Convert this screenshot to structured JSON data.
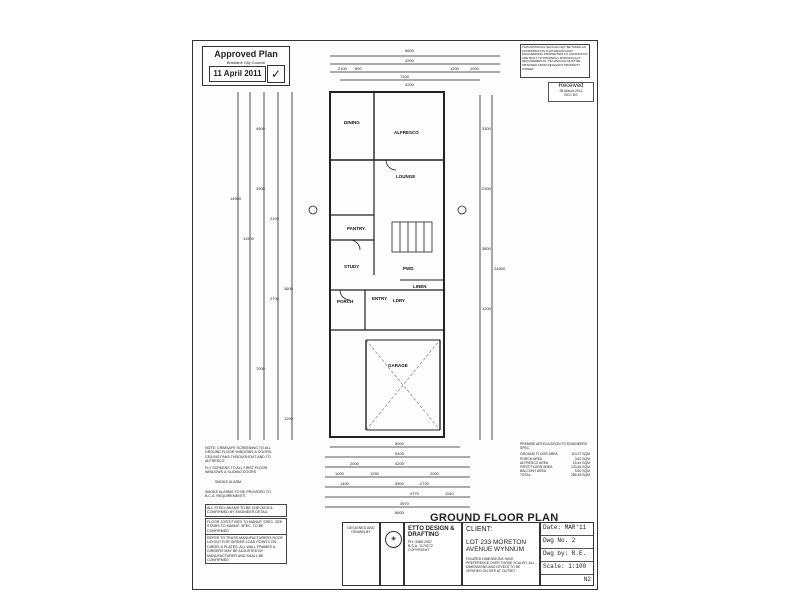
{
  "stamp": {
    "title": "Approved Plan",
    "council": "Brisbane City Council",
    "date": "11 April 2011",
    "tick_icon": "check-mark-icon"
  },
  "warning": "THIS APPROVAL SHOULD NOT BE TAKEN AS CONFIRMATION THAT DESIGN AND ENGINEERING PROPERTIES TO CONSTRUCT ARE BUILT TO PROPERLY BUILDING ACT REQUIREMENTS, TECHNICIAN MUST BE OBTAINED FROM RELEVANT PROPERTY OWNER",
  "received": {
    "label": "Received",
    "date": "28 March 2011",
    "code": "BCC DS"
  },
  "dimensions": {
    "top": [
      "6600",
      "4200",
      "2100",
      "1200",
      "1000",
      "800",
      "7200"
    ],
    "top_width": "4200",
    "left": [
      "14900",
      "11900",
      "4500",
      "3900",
      "2100",
      "7000",
      "2700",
      "3600",
      "1200"
    ],
    "right": [
      "24900",
      "3300",
      "2300",
      "3800",
      "1200"
    ],
    "bottom": [
      "5000",
      "5400",
      "4200",
      "2000",
      "8600",
      "1000",
      "3500",
      "4770",
      "3970",
      "1250",
      "2000",
      "1400",
      "2720",
      "1150"
    ]
  },
  "rooms": {
    "dining": "DINING",
    "alfresco": "ALFRESCO",
    "lounge": "LOUNGE",
    "pantry": "PANTRY",
    "study": "STUDY",
    "porch": "PORCH",
    "entry": "ENTRY",
    "linen": "LINEN",
    "pwd": "PWD",
    "ldry": "LDRY",
    "garage": "GARAGE"
  },
  "notes": {
    "screening": "NOTE: CRIMSAFE SCREENING TO ALL GROUND FLOOR WINDOWS & DOORS. CEILING FANS THROUGHOUT AND TO ALFRESCO",
    "fly": "FLY SCREENS TO ALL FIRST FLOOR WINDOWS & SLIDING DOORS",
    "smoke": "SMOKE ALARM",
    "alarm": "SMOKE ALARMS TO BE PROVIDED TO B.C.A. REQUIREMENTS",
    "steel": "ALL STEEL BEAMS TO BE CHECKED & CONFIRMED BY ENGINEER DETAIL",
    "floor": "FLOOR JOIST FIXED TO MANUF. SPEC. SEE STAIRS TO MANUF. SPEC. TO BE CONFIRMED",
    "truss": "REFER TO TRUSS MANUFACTURERS ROOF LAYOUT FOR GIRDER LOAD POINTS ON CARDS & PLATES. ALL WALL FRAMES & GIRDERS MAY BE ADJUSTED BY MANUFACTURER AND SHALL BE CONFIRMED"
  },
  "areas": {
    "title": "PREMISE ARTICULATION TO ENGINEERS SPEC.",
    "rows": [
      [
        "GROUND FLOOR AREA",
        "113.37 SQM"
      ],
      [
        "PORCH AREA",
        "3.62 SQM"
      ],
      [
        "ALFRESCO AREA",
        "15.44 SQM"
      ],
      [
        "FIRST FLOOR AREA",
        "133.46 SQM"
      ],
      [
        "BALCONY AREA",
        "5.60 SQM"
      ],
      [
        "TOTAL",
        "285.45 SQM"
      ]
    ]
  },
  "title": "GROUND FLOOR PLAN",
  "titleblock": {
    "designed": "DESIGNED AND DRAWN BY",
    "firm": "ETTO DESIGN & DRAFTING",
    "phone": "PH: 3388 2957",
    "bsa": "B.S.A. 1170272",
    "copyright": "COPYRIGHT",
    "client_label": "CLIENT:",
    "address": "LOT 233 MORETON AVENUE WYNNUM",
    "disclaimer": "FIGURED DIMENSIONS HAVE PREFERENCE OVER THOSE SCALED. ALL DIMENSIONS AND LEVELS TO BE VERIFIED ON SITE AT OUTSET",
    "date": "Date: MAR'11",
    "dwg": "Dwg No. 2",
    "drawn": "Dwg by: R.E.",
    "scale": "Scale: 1:100",
    "sheet": "N2"
  }
}
